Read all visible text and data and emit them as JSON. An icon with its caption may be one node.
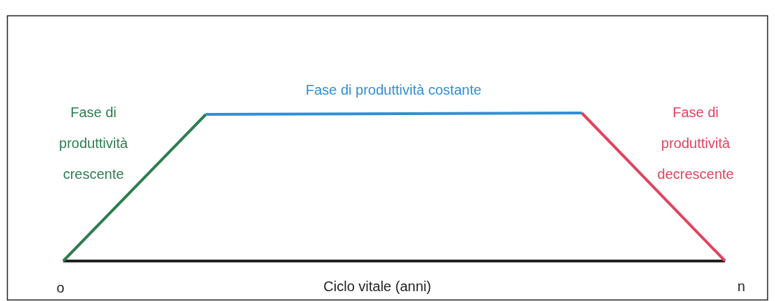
{
  "diagram": {
    "labels": [
      "Fase di produttività costante",
      "Fase di produttività crescente",
      "Fase di produttività decrescente",
      "o",
      "Ciclo vitale (anni)",
      "n"
    ]
  }
}
